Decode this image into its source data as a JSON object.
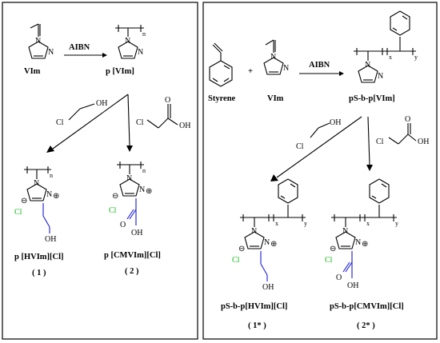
{
  "left_panel": {
    "monomer": "VIm",
    "initiator": "AIBN",
    "polymer": "p [VIm]",
    "reagent_left": "Cl / OH",
    "product1_name": "p [HVIm][Cl]",
    "product1_number": "( 1 )",
    "product2_name": "p [CMVIm][Cl]",
    "product2_number": "( 2 )"
  },
  "right_panel": {
    "monomer_a": "Styrene",
    "plus": "+",
    "monomer_b": "VIm",
    "initiator": "AIBN",
    "polymer": "pS-b-p[VIm]",
    "product1_name": "pS-b-p[HVIm][Cl]",
    "product1_number": "( 1* )",
    "product2_name": "pS-b-p[CMVIm][Cl]",
    "product2_number": "( 2* )"
  },
  "atoms": {
    "N": "N",
    "OH": "OH",
    "O": "O",
    "Cl": "Cl",
    "plus": "⊕",
    "minus": "⊖",
    "n": "n",
    "x": "x",
    "y": "y"
  },
  "colors": {
    "chloride": "#11b711",
    "hydroxyethyl": "#1a1ad6",
    "carboxyl": "#1a1ad6"
  }
}
